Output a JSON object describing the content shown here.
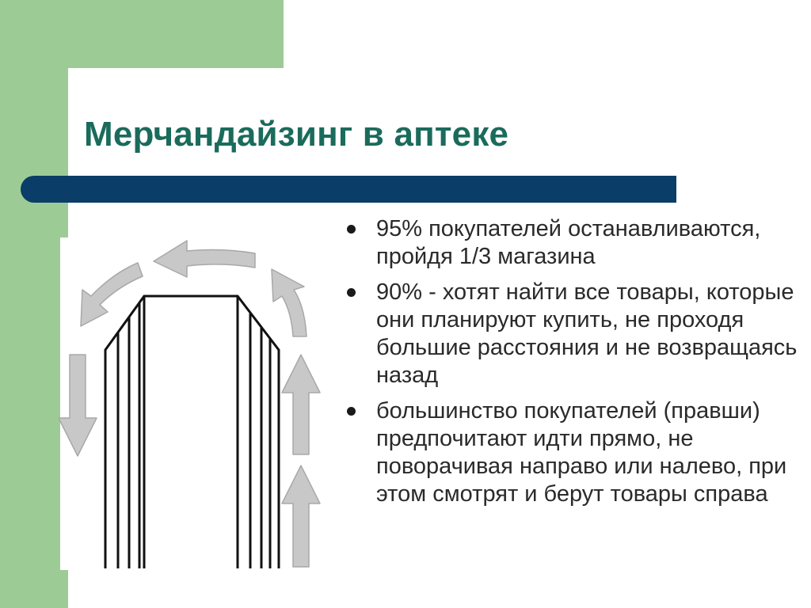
{
  "slide": {
    "title": "Мерчандайзинг в аптеке",
    "bullets": [
      "95% покупателей останавливаются, пройдя 1/3 магазина",
      "90% - хотят найти все товары, которые они планируют купить, не проходя большие расстояния и не возвращаясь назад",
      "большинство покупателей (правши) предпочитают идти прямо, не поворачивая направо или налево, при этом смотрят и берут товары справа"
    ]
  },
  "colors": {
    "title": "#1b6b5c",
    "accent_bar": "#0a3d68",
    "side_decoration": "#9dcb96",
    "arrows": "#c8c8c8"
  },
  "diagram": {
    "arrow_icons": [
      "arrow-up-icon",
      "arrow-up-icon",
      "curved-arrow-right-top-icon",
      "arrow-left-icon",
      "curved-arrow-left-top-icon",
      "arrow-down-icon"
    ]
  }
}
